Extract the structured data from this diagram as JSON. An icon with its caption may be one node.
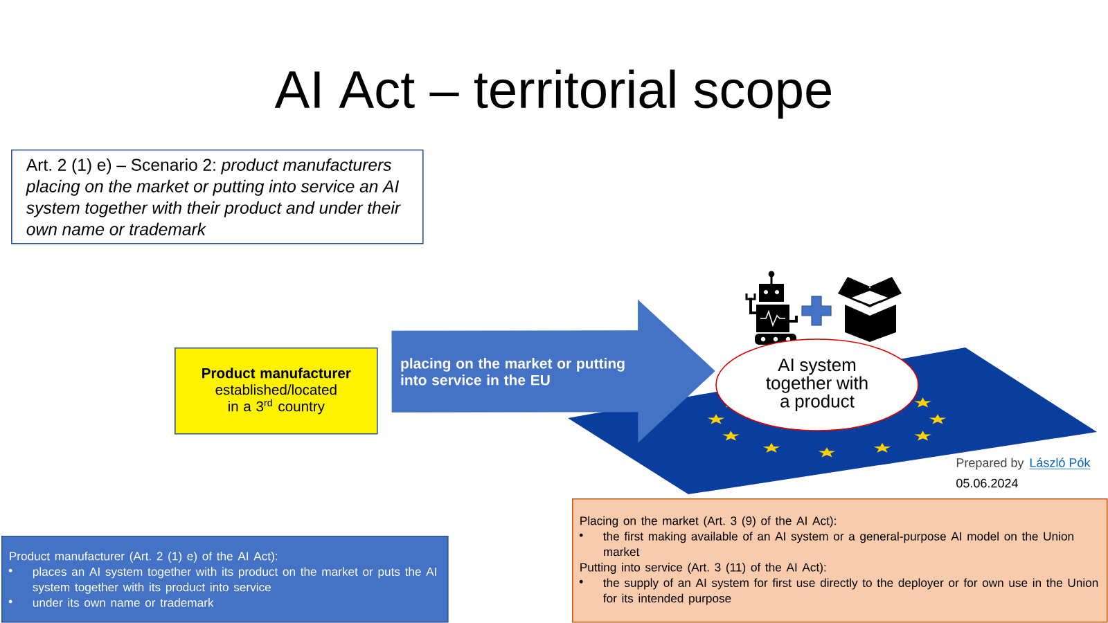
{
  "diagram": {
    "title": "AI Act – territorial scope",
    "nodes": [
      {
        "text": [
          "Art. 2 (1) e) – Scenario 2: *product manufacturers placing on the market or putting into service an AI system together with their product and under their own name or trademark*"
        ]
      },
      {
        "text": [
          "Product manufacturer",
          "established/located in a 3$^{rd}$ country"
        ]
      },
      {
        "text": [
          "AI system together with a product"
        ]
      },
      {
        "text": [
          "Product manufacturer (Art. 2 (1)  e) of the AI Act):",
          "places an AI system together with its product on the market or puts the AI system together with its product into service",
          "under its own name or trademark"
        ]
      },
      {
        "text": [
          "Placing on the market (Art. 3 (9) of the AI Act):",
          "the first making available of an AI system or a general-purpose AI model on the Union market",
          "Putting into service (Art. 3 (11) of the AI Act):",
          "the supply of an AI system for first use directly to the deployer or for own use in the Union for its intended purpose"
        ]
      }
    ],
    "edges": [
      {
        "from": 1,
        "to": 2,
        "arrow": "to",
        "label": "placing on the market or putting into service in the EU",
        "color": "#4472c4"
      }
    ],
    "labels": [
      "Prepared by",
      "László Pók",
      "05.06.2024"
    ]
  }
}
